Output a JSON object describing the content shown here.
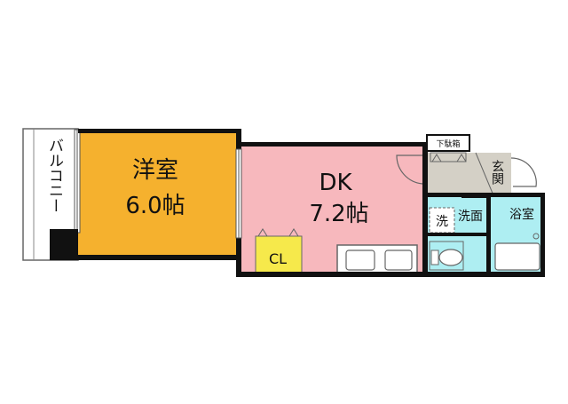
{
  "rooms": {
    "western": {
      "name": "洋室",
      "size": "6.0帖",
      "color": "#f5b12e"
    },
    "dk": {
      "name": "DK",
      "size": "7.2帖",
      "color": "#f7b8bd"
    },
    "closet": {
      "label": "CL",
      "color": "#f6e94b"
    },
    "balcony": {
      "label": "バルコニー"
    },
    "entrance": {
      "label": "玄関",
      "color": "#d4d0c6"
    },
    "shoe_box": {
      "label": "下駄箱"
    },
    "washroom": {
      "label": "洗面",
      "color": "#aeeef2"
    },
    "washer": {
      "label": "洗"
    },
    "bath": {
      "label": "浴室",
      "color": "#aeeef2"
    }
  },
  "colors": {
    "wall": "#111111",
    "window": "#f2f2f2"
  }
}
